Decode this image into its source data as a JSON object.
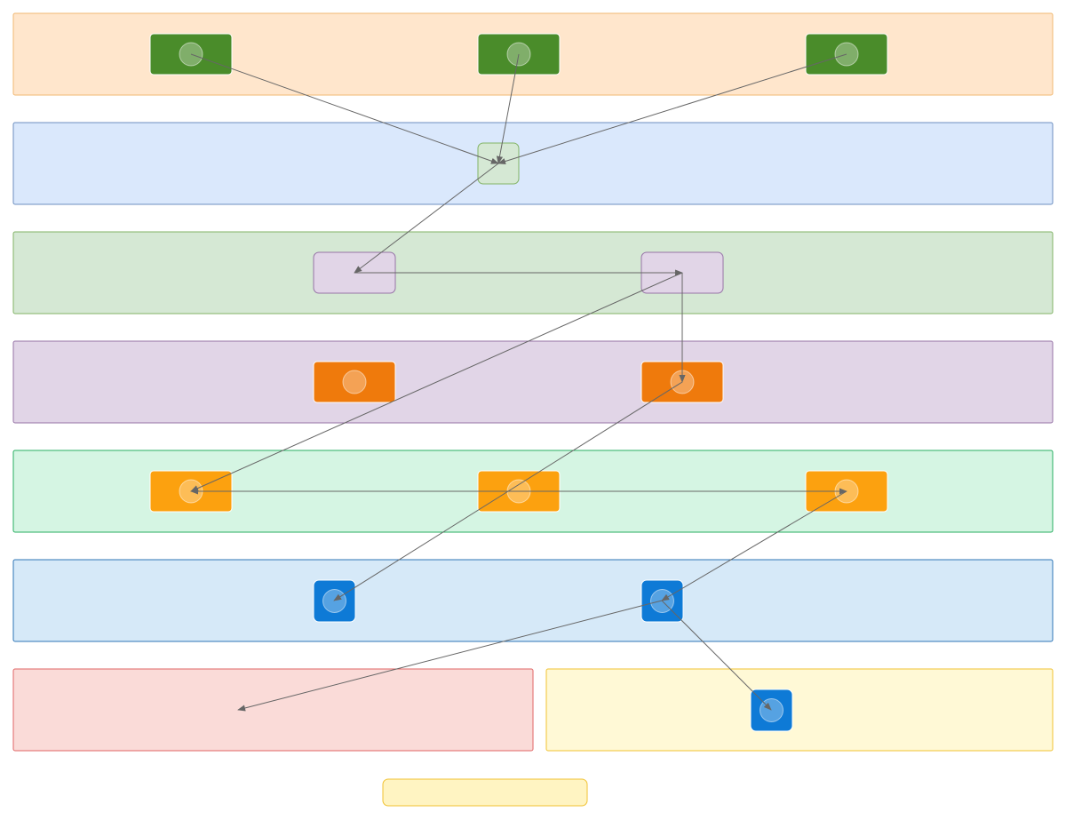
{
  "colors": {
    "lane_orange_fill": "#FFE6CC",
    "lane_orange_stroke": "#F0B872",
    "lane_blue_fill": "#DAE8FC",
    "lane_blue_stroke": "#6C8EBF",
    "lane_green_fill": "#D5E8D4",
    "lane_green_stroke": "#82B366",
    "lane_purple_fill": "#E1D5E7",
    "lane_purple_stroke": "#9673A6",
    "lane_mint_fill": "#D5F5E3",
    "lane_mint_stroke": "#27AE60",
    "lane_sky_fill": "#D6E9F8",
    "lane_sky_stroke": "#2E75B6",
    "lane_red_fill": "#FADBD8",
    "lane_red_stroke": "#E06666",
    "lane_yellow_fill": "#FFF9D6",
    "lane_yellow_stroke": "#F1C232",
    "node_dark_green": "#4A8C2A",
    "node_light_green": "#D5E8D4",
    "node_lavender": "#E1D5E7",
    "node_dark_orange": "#EF7A0C",
    "node_orange": "#FCA10F",
    "node_blue": "#0E7AD6",
    "note_fill": "#FFF4C2",
    "edge": "#666666"
  },
  "nodes": [
    {
      "id": "n1",
      "icon": "circle-icon",
      "label": "ﾠﾠﾠﾠﾠﾠﾠﾠﾠﾠﾠﾠﾠﾠ"
    },
    {
      "id": "n2",
      "icon": "circle-icon",
      "label": "ﾠﾠﾠﾠﾠﾠﾠﾠﾠﾠ"
    },
    {
      "id": "n3",
      "icon": "circle-icon",
      "label": "ﾠﾠﾠﾠﾠﾠﾠﾠﾠﾠ"
    },
    {
      "id": "n4",
      "icon": "",
      "label": "ﾠﾠﾠﾠﾠﾠﾠﾠ"
    },
    {
      "id": "n5",
      "icon": "",
      "label": "ﾠﾠﾠﾠﾠﾠﾠ"
    },
    {
      "id": "n6",
      "icon": "",
      "label": "ﾠﾠﾠﾠﾠﾠﾠ"
    },
    {
      "id": "n7",
      "icon": "circle-icon",
      "label": ""
    },
    {
      "id": "n8",
      "icon": "circle-icon",
      "label": ""
    },
    {
      "id": "n9",
      "icon": "circle-icon",
      "label": "ﾠ"
    },
    {
      "id": "n10",
      "icon": "circle-icon",
      "label": "ﾠ"
    },
    {
      "id": "n11",
      "icon": "circle-icon",
      "label": "ﾠ"
    },
    {
      "id": "n12",
      "icon": "circle-icon",
      "label": "ﾠﾠ"
    },
    {
      "id": "n13",
      "icon": "circle-icon",
      "label": "ﾠﾠ"
    },
    {
      "id": "n14",
      "icon": "circle-icon",
      "label": ""
    }
  ],
  "texts": [
    {
      "id": "t1",
      "text": "ﾠﾠﾠﾠﾠﾠﾠﾠ"
    },
    {
      "id": "t2",
      "text": "ﾠﾠﾠﾠﾠﾠﾠﾠﾠﾠﾠﾠﾠﾠﾠﾠ"
    },
    {
      "id": "t3",
      "text": "ﾠﾠﾠﾠﾠﾠﾠﾠﾠﾠ"
    },
    {
      "id": "t4",
      "text": "ﾠﾠﾠﾠﾠﾠﾠﾠﾠﾠ"
    },
    {
      "id": "t5",
      "text": "ﾠﾠﾠﾠﾠﾠﾠﾠ"
    },
    {
      "id": "t6",
      "text": "ﾠﾠﾠﾠﾠﾠﾠﾠﾠﾠ"
    },
    {
      "id": "t7",
      "text": "ﾠﾠﾠﾠﾠﾠﾠﾠﾠﾠﾠﾠﾠﾠﾠﾠ"
    },
    {
      "id": "t8",
      "text": "ﾠﾠﾠﾠﾠﾠﾠﾠﾠﾠﾠﾠﾠ"
    }
  ],
  "note": {
    "text": "ﾠﾠﾠﾠﾠﾠﾠﾠﾠﾠﾠﾠﾠﾠﾠﾠﾠﾠﾠﾠﾠﾠﾠﾠﾠﾠﾠﾠ"
  },
  "edges": [
    {
      "from": "n1",
      "to": "n4"
    },
    {
      "from": "n2",
      "to": "n4"
    },
    {
      "from": "n3",
      "to": "n4"
    },
    {
      "from": "n4",
      "to": "n5"
    },
    {
      "from": "n5",
      "to": "n6"
    },
    {
      "from": "n6",
      "to": "n8"
    },
    {
      "from": "n6",
      "to": "n9"
    },
    {
      "from": "n8",
      "to": "n12"
    },
    {
      "from": "n9",
      "to": "n11"
    },
    {
      "from": "n11",
      "to": "n9"
    },
    {
      "from": "n11",
      "to": "n13"
    },
    {
      "from": "n13",
      "to": "t8"
    },
    {
      "from": "n13",
      "to": "n14"
    }
  ]
}
